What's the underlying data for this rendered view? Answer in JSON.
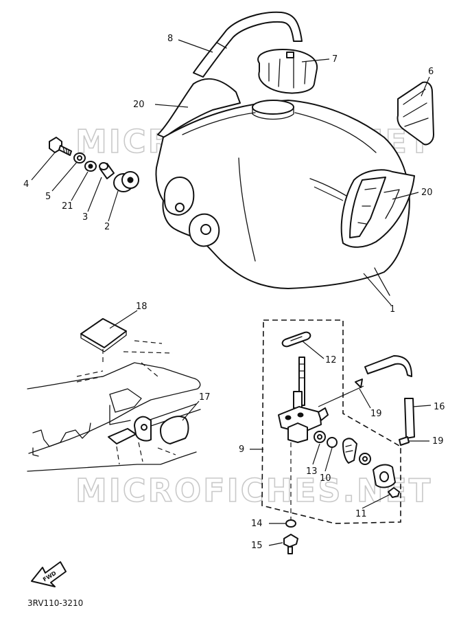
{
  "watermark": "MICROFICHES.NET",
  "diagram_code": "3RV110-3210",
  "fwd_label": "FWD",
  "callouts": {
    "c1": "1",
    "c2": "2",
    "c3": "3",
    "c4": "4",
    "c5": "5",
    "c6": "6",
    "c7": "7",
    "c8": "8",
    "c9": "9",
    "c10": "10",
    "c11": "11",
    "c12": "12",
    "c13": "13",
    "c14": "14",
    "c15": "15",
    "c16": "16",
    "c17": "17",
    "c18": "18",
    "c19a": "19",
    "c19b": "19",
    "c20a": "20",
    "c20b": "20",
    "c21": "21"
  }
}
